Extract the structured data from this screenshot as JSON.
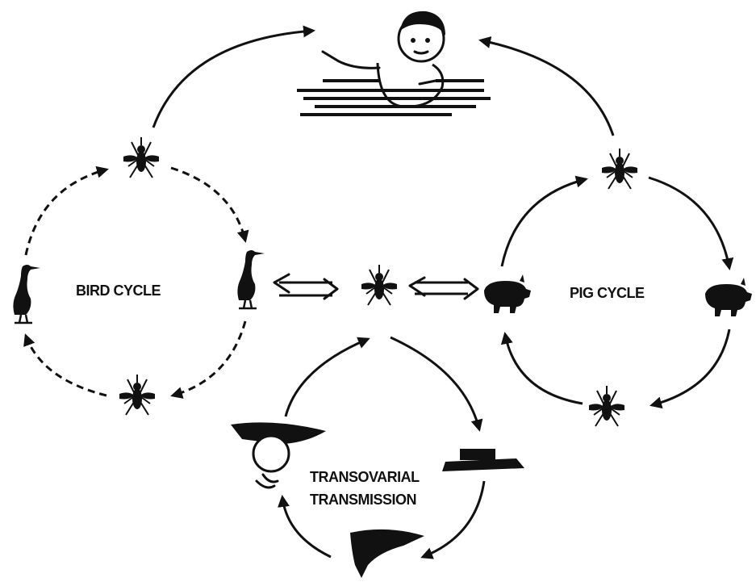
{
  "labels": {
    "bird_cycle": "BIRD CYCLE",
    "pig_cycle": "PIG CYCLE",
    "transovarial_line1": "TRANSOVARIAL",
    "transovarial_line2": "TRANSMISSION"
  },
  "icons": [
    "human-icon",
    "mosquito-icon",
    "heron-icon",
    "pig-icon",
    "egg-icon",
    "larva-icon",
    "pupa-icon"
  ],
  "colors": {
    "ink": "#111111",
    "background": "#ffffff"
  }
}
